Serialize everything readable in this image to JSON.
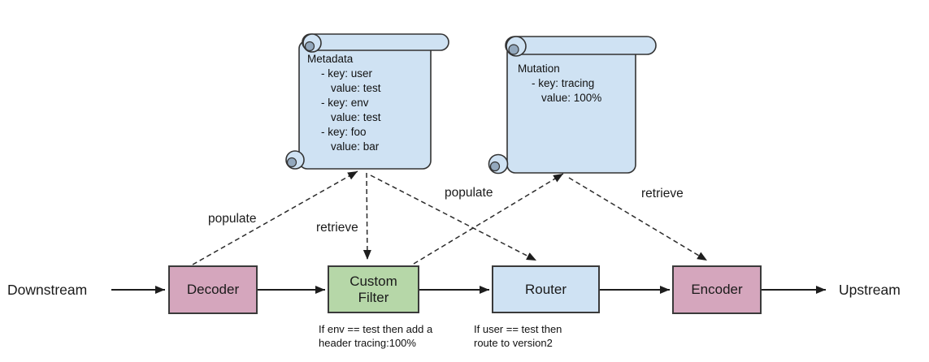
{
  "diagram_title": "",
  "flow": {
    "downstream_label": "Downstream",
    "upstream_label": "Upstream",
    "chain": [
      "Downstream",
      "Decoder",
      "Custom Filter",
      "Router",
      "Encoder",
      "Upstream"
    ]
  },
  "nodes": [
    {
      "label": "Decoder",
      "color": "#d5a6bd"
    },
    {
      "label": "Custom Filter",
      "color": "#b6d7a8"
    },
    {
      "label": "Router",
      "color": "#cfe2f3"
    },
    {
      "label": "Encoder",
      "color": "#d5a6bd"
    }
  ],
  "captions": {
    "custom_filter": [
      "If env == test then add a",
      "header tracing:100%"
    ],
    "router": [
      "If user == test then",
      "route to version2"
    ]
  },
  "scrolls": [
    {
      "name": "metadata-scroll",
      "fill": "#cfe2f3",
      "curl_fill": "#93a8bd",
      "lines": [
        "Metadata",
        "- key: user",
        "value: test",
        "- key: env",
        "value: test",
        "- key: foo",
        "value: bar"
      ]
    },
    {
      "name": "mutation-scroll",
      "fill": "#cfe2f3",
      "curl_fill": "#93a8bd",
      "lines": [
        "Mutation",
        "- key: tracing",
        "value: 100%"
      ]
    }
  ],
  "edges": [
    {
      "from": "Decoder",
      "to": "Metadata scroll",
      "label": "populate",
      "style": "dashed"
    },
    {
      "from": "Metadata scroll",
      "to": "Custom Filter",
      "label": "retrieve",
      "style": "dashed"
    },
    {
      "from": "Metadata scroll",
      "to": "Router",
      "label": "",
      "style": "dashed"
    },
    {
      "from": "Custom Filter",
      "to": "Mutation scroll",
      "label": "populate",
      "style": "dashed"
    },
    {
      "from": "Mutation scroll",
      "to": "Encoder",
      "label": "retrieve",
      "style": "dashed"
    }
  ],
  "colors": {
    "line": "#1d1d1d",
    "dashed_line": "#2b2b2b",
    "node_border": "#3a3a3a",
    "scroll_stroke": "#333333",
    "text": "#1a1a1a"
  }
}
